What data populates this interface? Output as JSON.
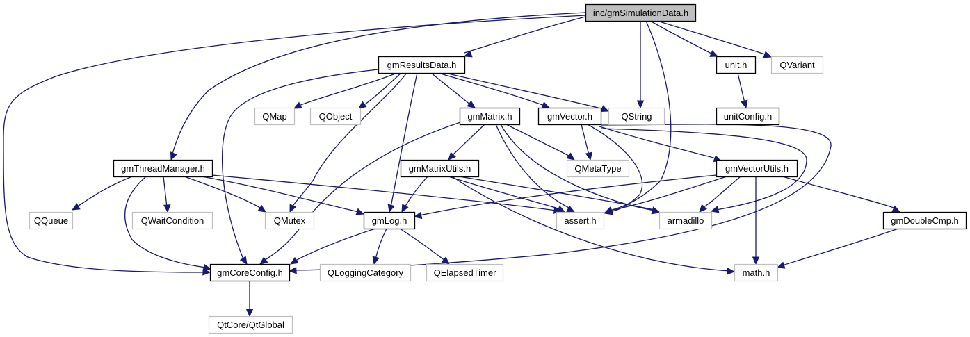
{
  "diagram": {
    "title": "Include dependency graph for inc/gmSimulationData.h",
    "colors": {
      "edge": "#191970",
      "root_fill": "#bfbfbf",
      "root_border": "#000000",
      "project_border": "#000000",
      "external_border": "#bfbfbf",
      "node_fill": "#ffffff"
    },
    "nodes": [
      {
        "id": "root",
        "label": "inc/gmSimulationData.h",
        "kind": "root"
      },
      {
        "id": "results",
        "label": "gmResultsData.h",
        "kind": "project"
      },
      {
        "id": "unit",
        "label": "unit.h",
        "kind": "project"
      },
      {
        "id": "qvariant",
        "label": "QVariant",
        "kind": "external"
      },
      {
        "id": "unitconfig",
        "label": "unitConfig.h",
        "kind": "project"
      },
      {
        "id": "qmap",
        "label": "QMap",
        "kind": "external"
      },
      {
        "id": "qobject",
        "label": "QObject",
        "kind": "external"
      },
      {
        "id": "matrix",
        "label": "gmMatrix.h",
        "kind": "project"
      },
      {
        "id": "vector",
        "label": "gmVector.h",
        "kind": "project"
      },
      {
        "id": "qstring",
        "label": "QString",
        "kind": "external"
      },
      {
        "id": "thread",
        "label": "gmThreadManager.h",
        "kind": "project"
      },
      {
        "id": "matrixutils",
        "label": "gmMatrixUtils.h",
        "kind": "project"
      },
      {
        "id": "qmetatype",
        "label": "QMetaType",
        "kind": "external"
      },
      {
        "id": "vectorutils",
        "label": "gmVectorUtils.h",
        "kind": "project"
      },
      {
        "id": "qqueue",
        "label": "QQueue",
        "kind": "external"
      },
      {
        "id": "qwait",
        "label": "QWaitCondition",
        "kind": "external"
      },
      {
        "id": "qmutex",
        "label": "QMutex",
        "kind": "external"
      },
      {
        "id": "log",
        "label": "gmLog.h",
        "kind": "project"
      },
      {
        "id": "assert",
        "label": "assert.h",
        "kind": "external"
      },
      {
        "id": "armadillo",
        "label": "armadillo",
        "kind": "external"
      },
      {
        "id": "doublecmp",
        "label": "gmDoubleCmp.h",
        "kind": "project"
      },
      {
        "id": "coreconfig",
        "label": "gmCoreConfig.h",
        "kind": "project"
      },
      {
        "id": "qlogcat",
        "label": "QLoggingCategory",
        "kind": "external"
      },
      {
        "id": "qelapsed",
        "label": "QElapsedTimer",
        "kind": "external"
      },
      {
        "id": "math",
        "label": "math.h",
        "kind": "external"
      },
      {
        "id": "qtglobal",
        "label": "QtCore/QtGlobal",
        "kind": "external"
      }
    ],
    "edges": [
      {
        "from": "root",
        "to": "results"
      },
      {
        "from": "root",
        "to": "thread"
      },
      {
        "from": "root",
        "to": "coreconfig"
      },
      {
        "from": "root",
        "to": "qstring"
      },
      {
        "from": "root",
        "to": "assert"
      },
      {
        "from": "root",
        "to": "unit"
      },
      {
        "from": "root",
        "to": "qvariant"
      },
      {
        "from": "unit",
        "to": "unitconfig"
      },
      {
        "from": "results",
        "to": "qmap"
      },
      {
        "from": "results",
        "to": "qobject"
      },
      {
        "from": "results",
        "to": "qmutex"
      },
      {
        "from": "results",
        "to": "log"
      },
      {
        "from": "results",
        "to": "coreconfig"
      },
      {
        "from": "results",
        "to": "matrix"
      },
      {
        "from": "results",
        "to": "vector"
      },
      {
        "from": "results",
        "to": "qstring"
      },
      {
        "from": "matrix",
        "to": "matrixutils"
      },
      {
        "from": "matrix",
        "to": "qmetatype"
      },
      {
        "from": "matrix",
        "to": "coreconfig"
      },
      {
        "from": "matrix",
        "to": "assert"
      },
      {
        "from": "matrix",
        "to": "armadillo"
      },
      {
        "from": "vector",
        "to": "qmetatype"
      },
      {
        "from": "vector",
        "to": "vectorutils"
      },
      {
        "from": "vector",
        "to": "assert"
      },
      {
        "from": "vector",
        "to": "armadillo"
      },
      {
        "from": "vector",
        "to": "coreconfig"
      },
      {
        "from": "thread",
        "to": "qqueue"
      },
      {
        "from": "thread",
        "to": "qwait"
      },
      {
        "from": "thread",
        "to": "qmutex"
      },
      {
        "from": "thread",
        "to": "log"
      },
      {
        "from": "thread",
        "to": "coreconfig"
      },
      {
        "from": "thread",
        "to": "assert"
      },
      {
        "from": "matrixutils",
        "to": "log"
      },
      {
        "from": "matrixutils",
        "to": "assert"
      },
      {
        "from": "matrixutils",
        "to": "armadillo"
      },
      {
        "from": "matrixutils",
        "to": "math"
      },
      {
        "from": "vectorutils",
        "to": "log"
      },
      {
        "from": "vectorutils",
        "to": "assert"
      },
      {
        "from": "vectorutils",
        "to": "armadillo"
      },
      {
        "from": "vectorutils",
        "to": "math"
      },
      {
        "from": "vectorutils",
        "to": "doublecmp"
      },
      {
        "from": "doublecmp",
        "to": "math"
      },
      {
        "from": "log",
        "to": "coreconfig"
      },
      {
        "from": "log",
        "to": "qlogcat"
      },
      {
        "from": "log",
        "to": "qelapsed"
      },
      {
        "from": "coreconfig",
        "to": "qtglobal"
      }
    ]
  }
}
